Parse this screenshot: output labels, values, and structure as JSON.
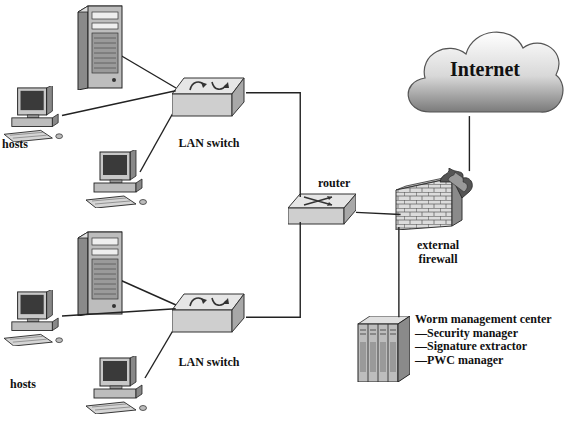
{
  "diagram": {
    "nodes": [
      {
        "text": [
          "hosts"
        ]
      },
      {
        "text": [
          "LAN switch"
        ]
      },
      {
        "text": [
          "hosts"
        ]
      },
      {
        "text": [
          "LAN switch"
        ]
      },
      {
        "text": [
          "router"
        ]
      },
      {
        "text": [
          "external firewall"
        ]
      },
      {
        "text": [
          "Internet"
        ]
      },
      {
        "text": [
          "Worm management center",
          "—Security manager",
          "—Signature extractor",
          "—PWC manager"
        ]
      }
    ],
    "edges": [
      {
        "from": 0,
        "to": 1,
        "arrow": "none"
      },
      {
        "from": 2,
        "to": 3,
        "arrow": "none"
      },
      {
        "from": 1,
        "to": 4,
        "arrow": "none"
      },
      {
        "from": 3,
        "to": 4,
        "arrow": "none"
      },
      {
        "from": 4,
        "to": 5,
        "arrow": "none"
      },
      {
        "from": 5,
        "to": 6,
        "arrow": "none"
      },
      {
        "from": 5,
        "to": 7,
        "arrow": "none"
      }
    ]
  }
}
